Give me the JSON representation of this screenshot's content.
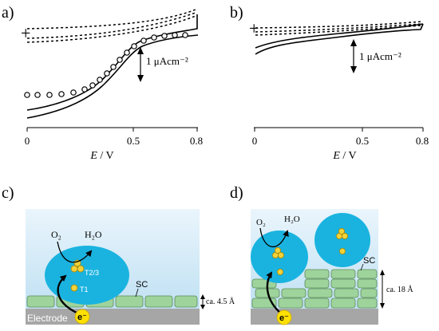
{
  "figure": {
    "panel_a": {
      "label": "a)",
      "plus_sign": "+",
      "scale_bar_label": "1 μAcm⁻²",
      "xlabel_italic": "E",
      "xlabel_rest": " / V",
      "xticks": [
        "0",
        "0.5",
        "0.8"
      ]
    },
    "panel_b": {
      "label": "b)",
      "plus_sign": "+",
      "scale_bar_label": "1 μAcm⁻²",
      "xlabel_italic": "E",
      "xlabel_rest": " / V",
      "xticks": [
        "0",
        "0.5",
        "0.8"
      ]
    },
    "panel_c": {
      "label": "c)",
      "o2_label": "O₂",
      "h2o_label": "H₂O",
      "t23_label": "T2/3",
      "t1_label": "T1",
      "sc_label": "SC",
      "distance_label": "ca. 4.5 Å",
      "electrode_label": "Electrode",
      "electron_label": "e⁻"
    },
    "panel_d": {
      "label": "d)",
      "o2_label": "O₂",
      "h2o_label": "H₂O",
      "sc_label": "SC",
      "distance_label": "ca. 18 Å",
      "electron_label": "e⁻"
    }
  },
  "colors": {
    "solution_top": "#e6f3fb",
    "solution_bottom": "#c4e3f4",
    "protein": "#1ab3e0",
    "copper": "#f2d23a",
    "sc_layer": "#9ed39b",
    "electrode": "#a6a6a6",
    "electron": "#ffe000"
  }
}
